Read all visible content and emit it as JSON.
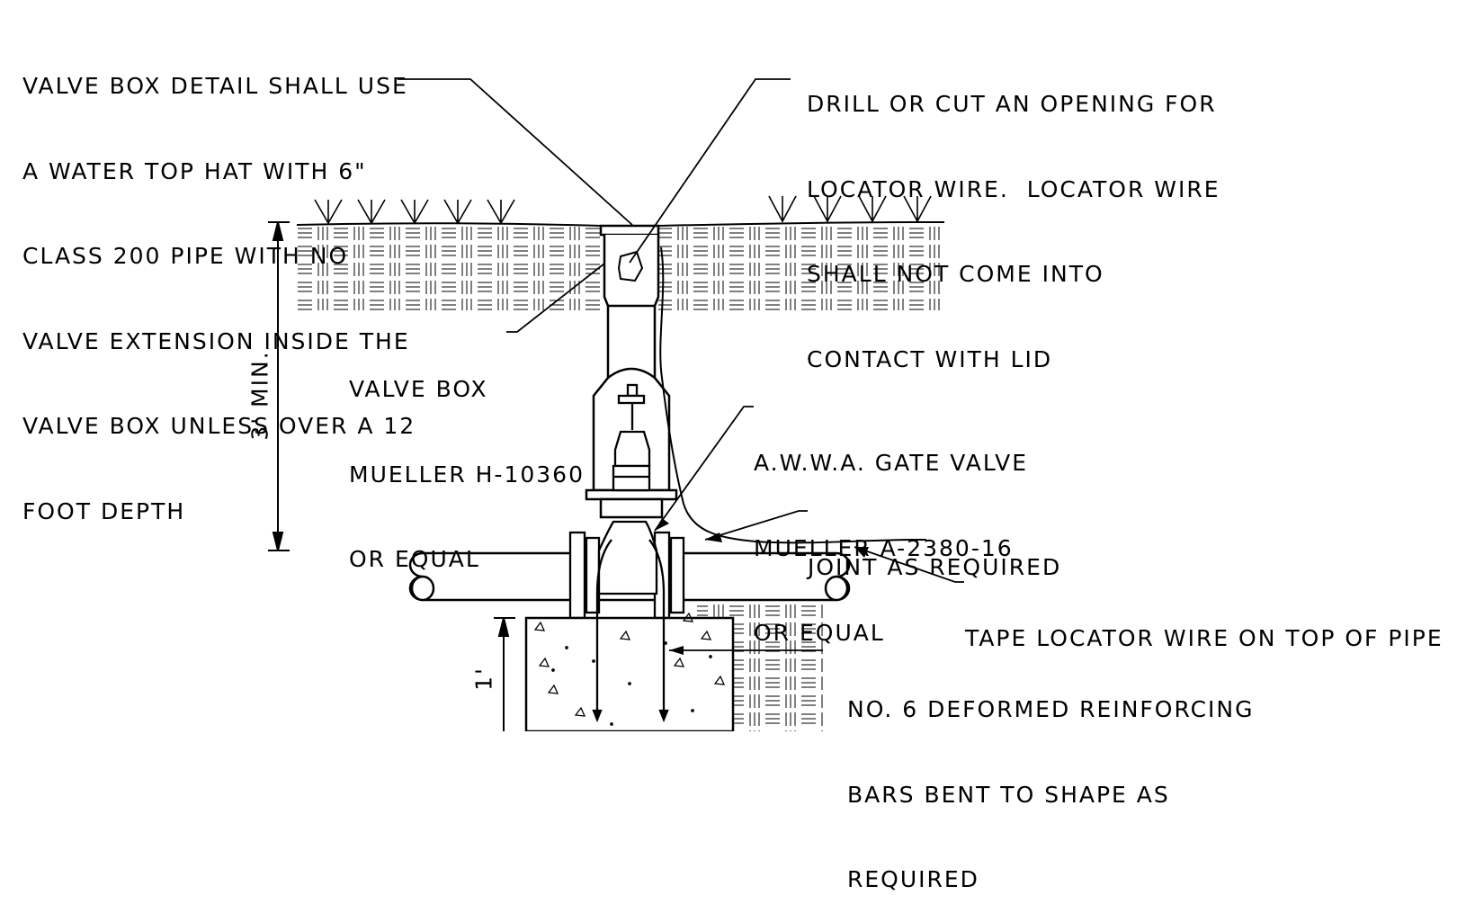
{
  "notes": {
    "top_hat": [
      "VALVE BOX DETAIL SHALL USE",
      "A WATER TOP HAT WITH 6\"",
      "CLASS 200 PIPE WITH NO",
      "VALVE EXTENSION INSIDE THE",
      "VALVE BOX UNLESS OVER A 12",
      "FOOT DEPTH"
    ],
    "locator_opening": [
      "DRILL OR CUT AN OPENING FOR",
      "LOCATOR WIRE.  LOCATOR WIRE",
      "SHALL NOT COME INTO",
      "CONTACT WITH LID"
    ],
    "valve_box": [
      "VALVE BOX",
      "MUELLER H-10360",
      "OR EQUAL"
    ],
    "gate_valve": [
      "A.W.W.A. GATE VALVE",
      "MUELLER A-2380-16",
      "OR EQUAL"
    ],
    "joint": "JOINT AS REQUIRED",
    "tape_wire": "TAPE LOCATOR WIRE ON TOP OF PIPE",
    "rebar": [
      "NO. 6 DEFORMED REINFORCING",
      "BARS BENT TO SHAPE AS",
      "REQUIRED"
    ]
  },
  "dimensions": {
    "depth": "3' MIN.",
    "block": "1'"
  }
}
